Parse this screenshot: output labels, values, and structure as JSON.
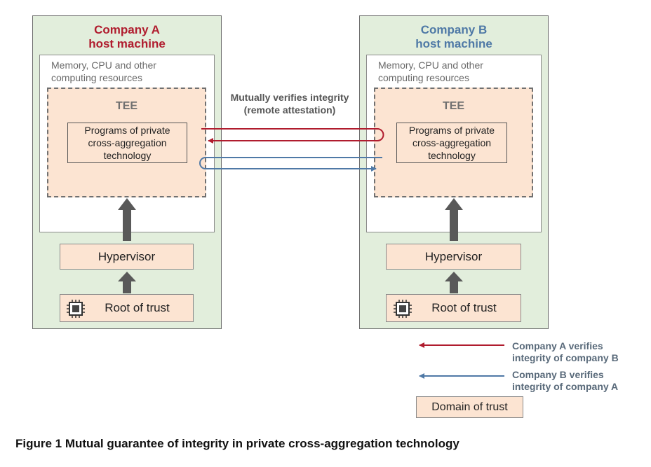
{
  "company_a": {
    "title_line1": "Company A",
    "title_line2": "host machine",
    "memory_label_line1": "Memory,  CPU and other",
    "memory_label_line2": "computing resources",
    "tee_label": "TEE",
    "program_line1": "Programs of private",
    "program_line2": "cross-aggregation",
    "program_line3": "technology",
    "hypervisor_label": "Hypervisor",
    "root_label": "Root of trust",
    "title_color": "#b01c2e"
  },
  "company_b": {
    "title_line1": "Company B",
    "title_line2": "host machine",
    "memory_label_line1": "Memory,  CPU and other",
    "memory_label_line2": "computing resources",
    "tee_label": "TEE",
    "program_line1": "Programs of private",
    "program_line2": "cross-aggregation",
    "program_line3": "technology",
    "hypervisor_label": "Hypervisor",
    "root_label": "Root of trust",
    "title_color": "#4f79a6"
  },
  "attestation": {
    "line1": "Mutually verifies integrity",
    "line2": "(remote attestation)"
  },
  "legend": {
    "red_line1": "Company A verifies",
    "red_line2": "integrity  of company B",
    "blue_line1": "Company B verifies",
    "blue_line2": "integrity  of company A",
    "domain_label": "Domain of trust",
    "red_color": "#b01c2e",
    "blue_color": "#4f79a6"
  },
  "caption": "Figure 1  Mutual guarantee of integrity  in private cross-aggregation technology"
}
